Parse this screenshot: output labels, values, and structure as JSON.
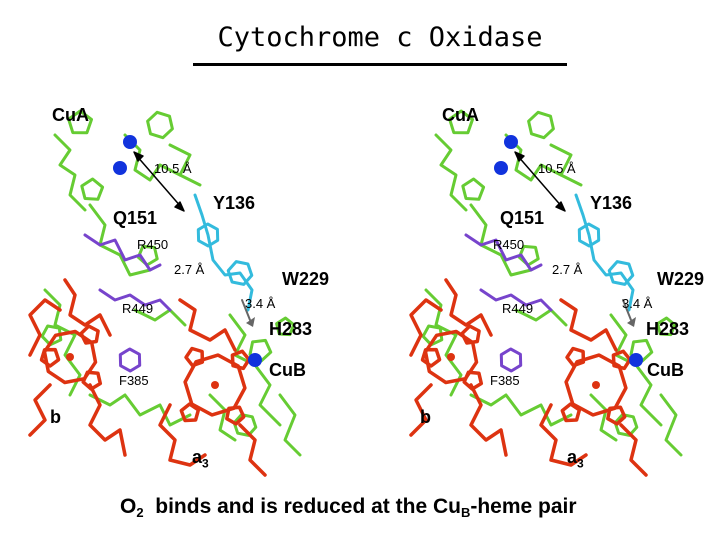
{
  "title": "Cytochrome c Oxidase",
  "labels": {
    "cua": "CuA",
    "distance_long": "10.5 Å",
    "y136": "Y136",
    "q151": "Q151",
    "r450": "R450",
    "distance_mid": "2.7 Å",
    "w229": "W229",
    "distance_short": "3.4 Å",
    "r449": "R449",
    "h283": "H283",
    "f385": "F385",
    "cub": "CuB",
    "heme_b": "b",
    "heme_a3_letter": "a",
    "heme_a3_sub": "3"
  },
  "caption": {
    "o_letter": "O",
    "o_sub": "2",
    "text_before": "binds and is reduced at the Cu",
    "cu_sub": "B",
    "text_after": "-heme pair"
  },
  "colors": {
    "green": "#66cc33",
    "red": "#dd3311",
    "purple": "#7744cc",
    "cyan": "#33bbdd",
    "copper": "#1133dd",
    "arrow": "#000000"
  }
}
